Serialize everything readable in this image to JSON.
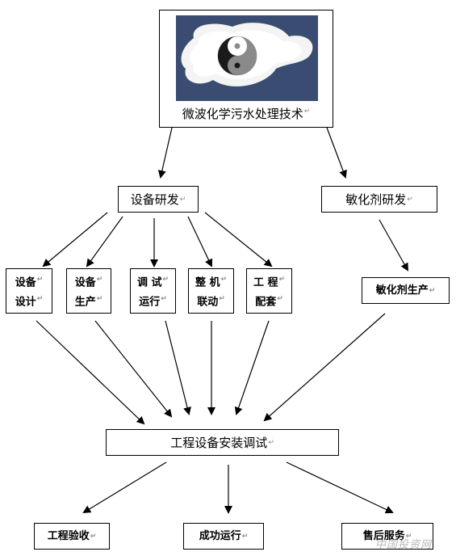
{
  "header": {
    "title": "微波化学污水处理技术"
  },
  "nodes": {
    "equipment_rd": "设备研发",
    "sensitizer_rd": "敏化剂研发",
    "equipment_design": [
      "设备",
      "设计"
    ],
    "equipment_production": [
      "设备",
      "生产"
    ],
    "debug_run": [
      "调 试",
      "运行"
    ],
    "machine_linkage": [
      "整 机",
      "联动"
    ],
    "project_supply": [
      "工 程",
      "配套"
    ],
    "sensitizer_production": "敏化剂生产",
    "install_debug": "工程设备安装调试",
    "acceptance": "工程验收",
    "success_run": "成功运行",
    "after_sales": "售后服务"
  },
  "marker": "↵",
  "watermark": "中国投资网",
  "colors": {
    "border": "#000000",
    "logo_bg": "#3a4c72",
    "cloud": "#ffffff"
  }
}
